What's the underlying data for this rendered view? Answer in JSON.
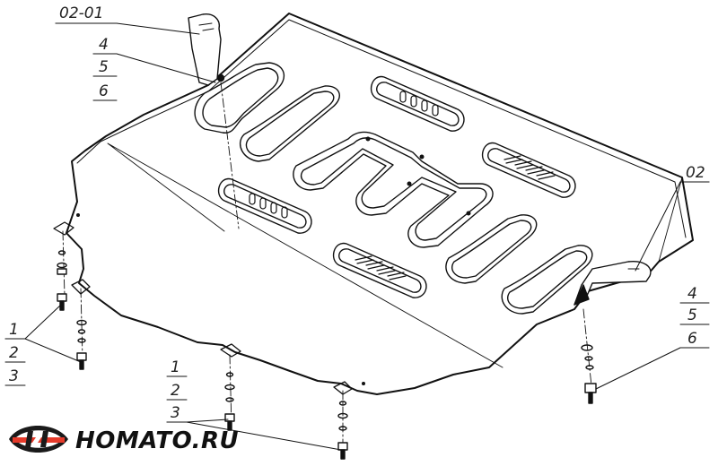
{
  "labels": {
    "part_top": "02-01",
    "part_right": "02",
    "top_group": [
      "4",
      "5",
      "6"
    ],
    "right_group": [
      "4",
      "5",
      "6"
    ],
    "left_group": [
      "1",
      "2",
      "3"
    ],
    "bottom_group": [
      "1",
      "2",
      "3"
    ]
  },
  "logo": {
    "text": "HOMATO.RU",
    "colors": {
      "dark": "#1a1a1a",
      "accent": "#e53a2a"
    }
  },
  "colors": {
    "line": "#111111",
    "background": "#ffffff"
  }
}
